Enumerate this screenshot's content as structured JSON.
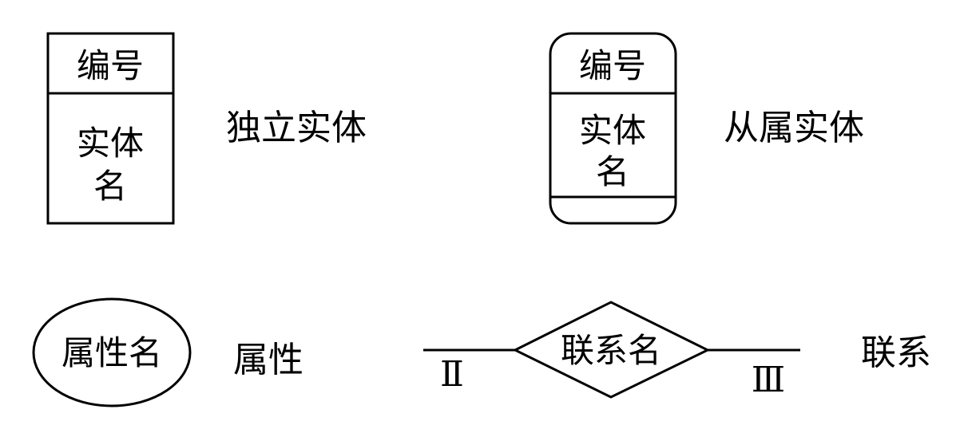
{
  "independent_entity": {
    "id_text": "编号",
    "name_line1": "实体",
    "name_line2": "名",
    "label": "独立实体"
  },
  "dependent_entity": {
    "id_text": "编号",
    "name_line1": "实体",
    "name_line2": "名",
    "label": "从属实体"
  },
  "attribute": {
    "shape_text": "属性名",
    "label": "属性"
  },
  "relationship": {
    "shape_text": "联系名",
    "left_marker": "Ⅱ",
    "right_marker": "Ⅲ",
    "label": "联系"
  }
}
